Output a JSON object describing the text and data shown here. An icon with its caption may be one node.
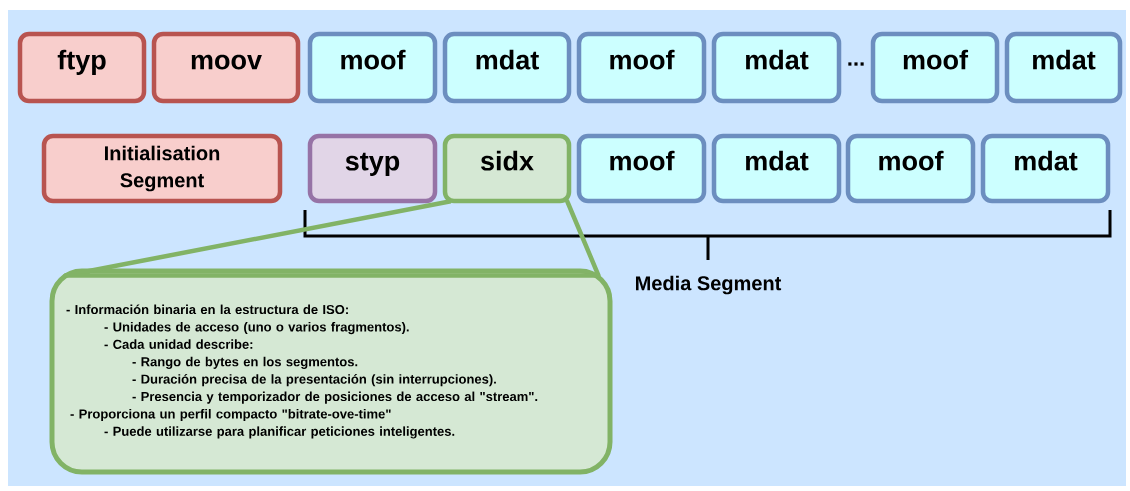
{
  "diagram": {
    "nodes": [
      {
        "text": [
          "ftyp"
        ]
      },
      {
        "text": [
          "moov"
        ]
      },
      {
        "text": [
          "moof"
        ]
      },
      {
        "text": [
          "mdat"
        ]
      },
      {
        "text": [
          "moof"
        ]
      },
      {
        "text": [
          "mdat"
        ]
      },
      {
        "text": [
          "moof"
        ]
      },
      {
        "text": [
          "mdat"
        ]
      },
      {
        "text": [
          "Initialisation Segment"
        ]
      },
      {
        "text": [
          "styp"
        ]
      },
      {
        "text": [
          "sidx"
        ]
      },
      {
        "text": [
          "moof"
        ]
      },
      {
        "text": [
          "mdat"
        ]
      },
      {
        "text": [
          "moof"
        ]
      },
      {
        "text": [
          "mdat"
        ]
      },
      {
        "text": [
          "- Información binaria en la estructura de ISO:",
          "- Unidades de acceso (uno o varios fragmentos).",
          "- Cada unidad describe:",
          "- Rango de bytes en los segmentos.",
          "- Duración precisa de la presentación (sin interrupciones).",
          "- Presencia y temporizador de posiciones de acceso al \"stream\".",
          "- Proporciona un perfil compacto \"bitrate-ove-time\"",
          "- Puede utilizarse para planificar peticiones inteligentes."
        ]
      }
    ],
    "edges": [
      {
        "from": 10,
        "to": 15,
        "arrow": "none"
      }
    ],
    "labels": [
      "...",
      "Media Segment"
    ]
  }
}
